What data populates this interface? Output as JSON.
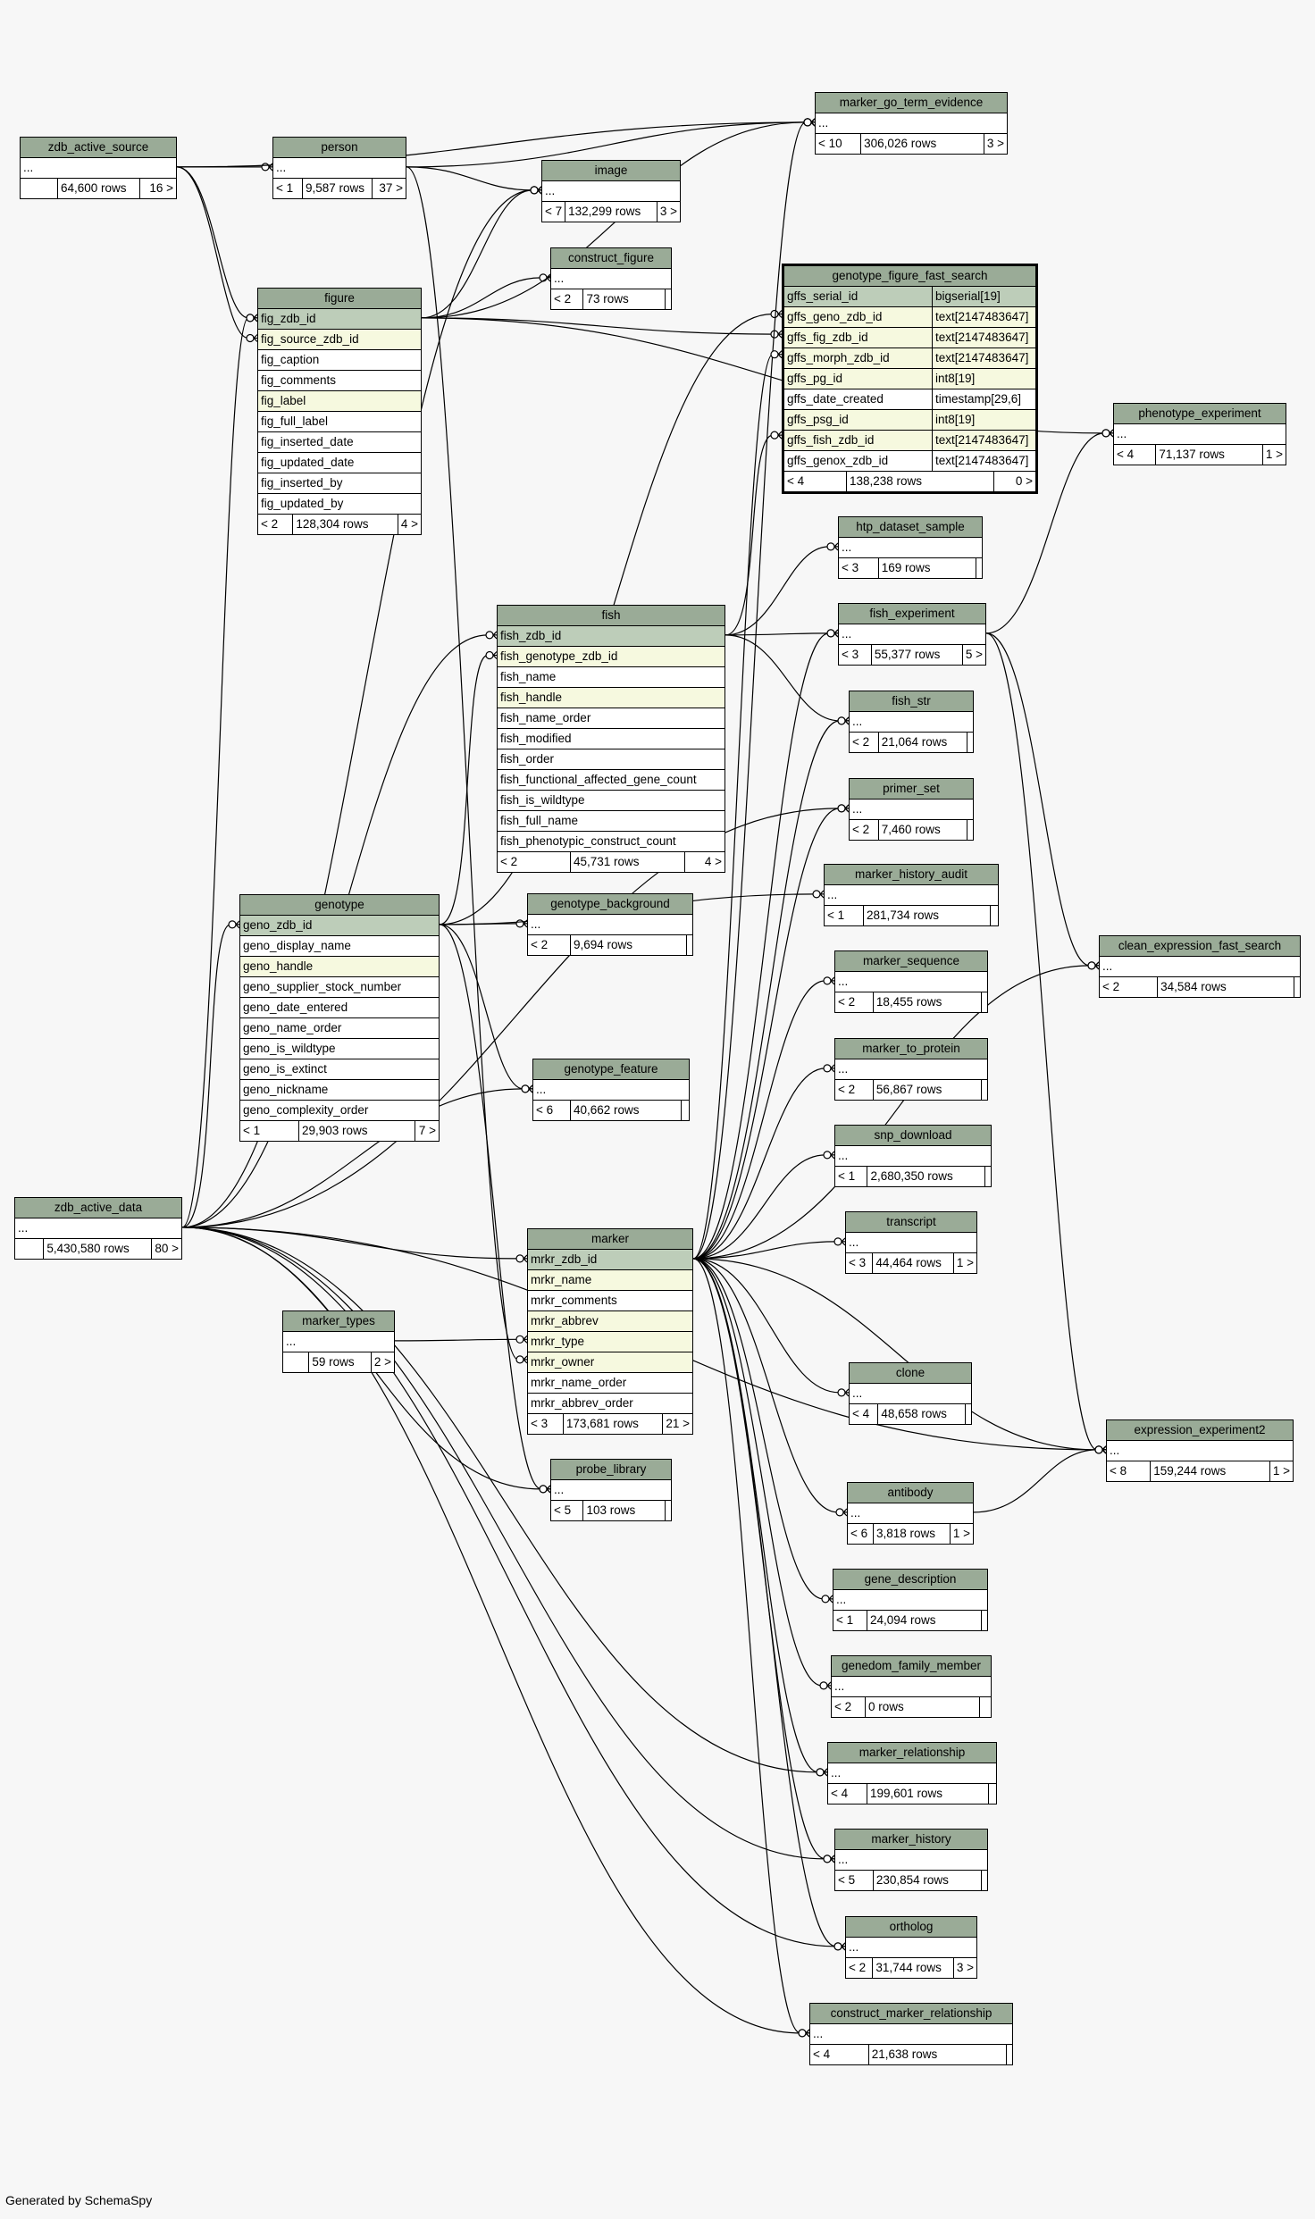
{
  "footer": "Generated by SchemaSpy",
  "tables": [
    {
      "id": "zdb_active_source",
      "name": "zdb_active_source",
      "cols": [
        {
          "n": "..."
        }
      ],
      "parents": "",
      "rows": "64,600 rows",
      "children": "16 >"
    },
    {
      "id": "person",
      "name": "person",
      "cols": [
        {
          "n": "..."
        }
      ],
      "parents": "< 1",
      "rows": "9,587 rows",
      "children": "37 >"
    },
    {
      "id": "image",
      "name": "image",
      "cols": [
        {
          "n": "..."
        }
      ],
      "parents": "< 7",
      "rows": "132,299 rows",
      "children": "3 >"
    },
    {
      "id": "marker_go_term_evidence",
      "name": "marker_go_term_evidence",
      "cols": [
        {
          "n": "..."
        }
      ],
      "parents": "< 10",
      "rows": "306,026 rows",
      "children": "3 >"
    },
    {
      "id": "construct_figure",
      "name": "construct_figure",
      "cols": [
        {
          "n": "..."
        }
      ],
      "parents": "< 2",
      "rows": "73 rows",
      "children": ""
    },
    {
      "id": "figure",
      "name": "figure",
      "cols": [
        {
          "n": "fig_zdb_id",
          "k": "pk"
        },
        {
          "n": "fig_source_zdb_id",
          "k": "idx"
        },
        {
          "n": "fig_caption"
        },
        {
          "n": "fig_comments"
        },
        {
          "n": "fig_label",
          "k": "idx"
        },
        {
          "n": "fig_full_label"
        },
        {
          "n": "fig_inserted_date"
        },
        {
          "n": "fig_updated_date"
        },
        {
          "n": "fig_inserted_by"
        },
        {
          "n": "fig_updated_by"
        }
      ],
      "parents": "< 2",
      "rows": "128,304 rows",
      "children": "4 >"
    },
    {
      "id": "genotype_figure_fast_search",
      "name": "genotype_figure_fast_search",
      "focus": true,
      "cols": [
        {
          "n": "gffs_serial_id",
          "t": "bigserial[19]",
          "k": "pk"
        },
        {
          "n": "gffs_geno_zdb_id",
          "t": "text[2147483647]",
          "k": "idx"
        },
        {
          "n": "gffs_fig_zdb_id",
          "t": "text[2147483647]",
          "k": "idx"
        },
        {
          "n": "gffs_morph_zdb_id",
          "t": "text[2147483647]",
          "k": "idx"
        },
        {
          "n": "gffs_pg_id",
          "t": "int8[19]",
          "k": "idx"
        },
        {
          "n": "gffs_date_created",
          "t": "timestamp[29,6]"
        },
        {
          "n": "gffs_psg_id",
          "t": "int8[19]",
          "k": "idx"
        },
        {
          "n": "gffs_fish_zdb_id",
          "t": "text[2147483647]",
          "k": "idx"
        },
        {
          "n": "gffs_genox_zdb_id",
          "t": "text[2147483647]"
        }
      ],
      "parents": "< 4",
      "rows": "138,238 rows",
      "children": "0 >"
    },
    {
      "id": "phenotype_experiment",
      "name": "phenotype_experiment",
      "cols": [
        {
          "n": "..."
        }
      ],
      "parents": "< 4",
      "rows": "71,137 rows",
      "children": "1 >"
    },
    {
      "id": "htp_dataset_sample",
      "name": "htp_dataset_sample",
      "cols": [
        {
          "n": "..."
        }
      ],
      "parents": "< 3",
      "rows": "169 rows",
      "children": ""
    },
    {
      "id": "fish",
      "name": "fish",
      "cols": [
        {
          "n": "fish_zdb_id",
          "k": "pk"
        },
        {
          "n": "fish_genotype_zdb_id",
          "k": "idx"
        },
        {
          "n": "fish_name"
        },
        {
          "n": "fish_handle",
          "k": "idx"
        },
        {
          "n": "fish_name_order"
        },
        {
          "n": "fish_modified"
        },
        {
          "n": "fish_order"
        },
        {
          "n": "fish_functional_affected_gene_count"
        },
        {
          "n": "fish_is_wildtype"
        },
        {
          "n": "fish_full_name"
        },
        {
          "n": "fish_phenotypic_construct_count"
        }
      ],
      "parents": "< 2",
      "rows": "45,731 rows",
      "children": "4 >"
    },
    {
      "id": "fish_experiment",
      "name": "fish_experiment",
      "cols": [
        {
          "n": "..."
        }
      ],
      "parents": "< 3",
      "rows": "55,377 rows",
      "children": "5 >"
    },
    {
      "id": "fish_str",
      "name": "fish_str",
      "cols": [
        {
          "n": "..."
        }
      ],
      "parents": "< 2",
      "rows": "21,064 rows",
      "children": ""
    },
    {
      "id": "primer_set",
      "name": "primer_set",
      "cols": [
        {
          "n": "..."
        }
      ],
      "parents": "< 2",
      "rows": "7,460 rows",
      "children": ""
    },
    {
      "id": "marker_history_audit",
      "name": "marker_history_audit",
      "cols": [
        {
          "n": "..."
        }
      ],
      "parents": "< 1",
      "rows": "281,734 rows",
      "children": ""
    },
    {
      "id": "genotype",
      "name": "genotype",
      "cols": [
        {
          "n": "geno_zdb_id",
          "k": "pk"
        },
        {
          "n": "geno_display_name"
        },
        {
          "n": "geno_handle",
          "k": "idx"
        },
        {
          "n": "geno_supplier_stock_number"
        },
        {
          "n": "geno_date_entered"
        },
        {
          "n": "geno_name_order"
        },
        {
          "n": "geno_is_wildtype"
        },
        {
          "n": "geno_is_extinct"
        },
        {
          "n": "geno_nickname"
        },
        {
          "n": "geno_complexity_order"
        }
      ],
      "parents": "< 1",
      "rows": "29,903 rows",
      "children": "7 >"
    },
    {
      "id": "genotype_background",
      "name": "genotype_background",
      "cols": [
        {
          "n": "..."
        }
      ],
      "parents": "< 2",
      "rows": "9,694 rows",
      "children": ""
    },
    {
      "id": "clean_expression_fast_search",
      "name": "clean_expression_fast_search",
      "cols": [
        {
          "n": "..."
        }
      ],
      "parents": "< 2",
      "rows": "34,584 rows",
      "children": ""
    },
    {
      "id": "marker_sequence",
      "name": "marker_sequence",
      "cols": [
        {
          "n": "..."
        }
      ],
      "parents": "< 2",
      "rows": "18,455 rows",
      "children": ""
    },
    {
      "id": "marker_to_protein",
      "name": "marker_to_protein",
      "cols": [
        {
          "n": "..."
        }
      ],
      "parents": "< 2",
      "rows": "56,867 rows",
      "children": ""
    },
    {
      "id": "genotype_feature",
      "name": "genotype_feature",
      "cols": [
        {
          "n": "..."
        }
      ],
      "parents": "< 6",
      "rows": "40,662 rows",
      "children": ""
    },
    {
      "id": "snp_download",
      "name": "snp_download",
      "cols": [
        {
          "n": "..."
        }
      ],
      "parents": "< 1",
      "rows": "2,680,350 rows",
      "children": ""
    },
    {
      "id": "zdb_active_data",
      "name": "zdb_active_data",
      "cols": [
        {
          "n": "..."
        }
      ],
      "parents": "",
      "rows": "5,430,580 rows",
      "children": "80 >"
    },
    {
      "id": "marker",
      "name": "marker",
      "cols": [
        {
          "n": "mrkr_zdb_id",
          "k": "pk"
        },
        {
          "n": "mrkr_name",
          "k": "idx"
        },
        {
          "n": "mrkr_comments"
        },
        {
          "n": "mrkr_abbrev",
          "k": "idx"
        },
        {
          "n": "mrkr_type",
          "k": "idx"
        },
        {
          "n": "mrkr_owner",
          "k": "idx"
        },
        {
          "n": "mrkr_name_order"
        },
        {
          "n": "mrkr_abbrev_order"
        }
      ],
      "parents": "< 3",
      "rows": "173,681 rows",
      "children": "21 >"
    },
    {
      "id": "transcript",
      "name": "transcript",
      "cols": [
        {
          "n": "..."
        }
      ],
      "parents": "< 3",
      "rows": "44,464 rows",
      "children": "1 >"
    },
    {
      "id": "marker_types",
      "name": "marker_types",
      "cols": [
        {
          "n": "..."
        }
      ],
      "parents": "",
      "rows": "59 rows",
      "children": "2 >"
    },
    {
      "id": "clone",
      "name": "clone",
      "cols": [
        {
          "n": "..."
        }
      ],
      "parents": "< 4",
      "rows": "48,658 rows",
      "children": ""
    },
    {
      "id": "expression_experiment2",
      "name": "expression_experiment2",
      "cols": [
        {
          "n": "..."
        }
      ],
      "parents": "< 8",
      "rows": "159,244 rows",
      "children": "1 >"
    },
    {
      "id": "probe_library",
      "name": "probe_library",
      "cols": [
        {
          "n": "..."
        }
      ],
      "parents": "< 5",
      "rows": "103 rows",
      "children": ""
    },
    {
      "id": "antibody",
      "name": "antibody",
      "cols": [
        {
          "n": "..."
        }
      ],
      "parents": "< 6",
      "rows": "3,818 rows",
      "children": "1 >"
    },
    {
      "id": "gene_description",
      "name": "gene_description",
      "cols": [
        {
          "n": "..."
        }
      ],
      "parents": "< 1",
      "rows": "24,094 rows",
      "children": ""
    },
    {
      "id": "genedom_family_member",
      "name": "genedom_family_member",
      "cols": [
        {
          "n": "..."
        }
      ],
      "parents": "< 2",
      "rows": "0 rows",
      "children": ""
    },
    {
      "id": "marker_relationship",
      "name": "marker_relationship",
      "cols": [
        {
          "n": "..."
        }
      ],
      "parents": "< 4",
      "rows": "199,601 rows",
      "children": ""
    },
    {
      "id": "marker_history",
      "name": "marker_history",
      "cols": [
        {
          "n": "..."
        }
      ],
      "parents": "< 5",
      "rows": "230,854 rows",
      "children": ""
    },
    {
      "id": "ortholog",
      "name": "ortholog",
      "cols": [
        {
          "n": "..."
        }
      ],
      "parents": "< 2",
      "rows": "31,744 rows",
      "children": "3 >"
    },
    {
      "id": "construct_marker_relationship",
      "name": "construct_marker_relationship",
      "cols": [
        {
          "n": "..."
        }
      ],
      "parents": "< 4",
      "rows": "21,638 rows",
      "children": ""
    }
  ]
}
